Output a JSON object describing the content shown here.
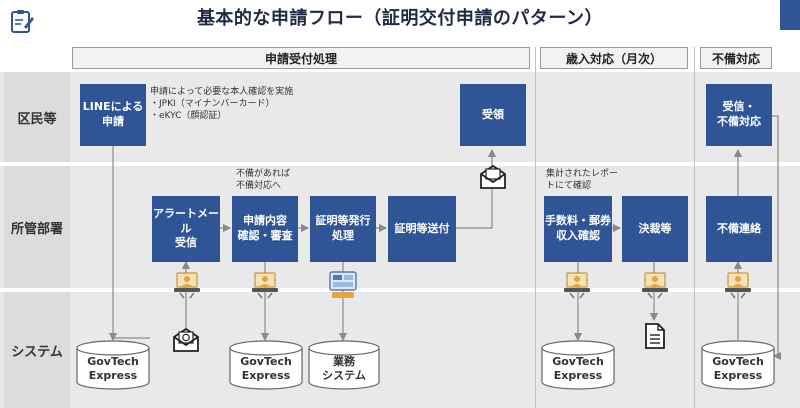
{
  "title": "基本的な申請フロー（証明交付申請のパターン）",
  "phases": {
    "intake": "申請受付処理",
    "monthly": "歳入対応（月次）",
    "deficiency": "不備対応"
  },
  "lanes": {
    "citizen": "区民等",
    "department": "所管部署",
    "system": "システム"
  },
  "boxes": {
    "line_apply": "LINEによる\n申請",
    "receive": "受領",
    "receive_fix": "受信・\n不備対応",
    "alert": "アラートメール\n受信",
    "review": "申請内容\n確認・審査",
    "issue": "証明等発行\n処理",
    "send": "証明等送付",
    "fee": "手数料・郵券\n収入確認",
    "approve": "決裁等",
    "notify": "不備連絡"
  },
  "notes": {
    "line_note": "申請によって必要な本人確認を実施\n・JPKI（マイナンバーカード）\n・eKYC（顔認証）",
    "deficiency_note": "不備があれば\n不備対応へ",
    "report_note": "集計されたレポー\nトにて確認"
  },
  "databases": {
    "gov1": "GovTech\nExpress",
    "gov2": "GovTech\nExpress",
    "gyomu": "業務\nシステム",
    "gov3": "GovTech\nExpress",
    "gov4": "GovTech\nExpress"
  },
  "colors": {
    "accent": "#2f5597",
    "lane": "#e9e9e9",
    "lane_label": "#dcdcdc",
    "icon_orange": "#e8a33d"
  },
  "icons": [
    "clipboard-icon",
    "envelope-icon",
    "laptop-person-icon",
    "computer-terminal-icon",
    "document-icon"
  ]
}
